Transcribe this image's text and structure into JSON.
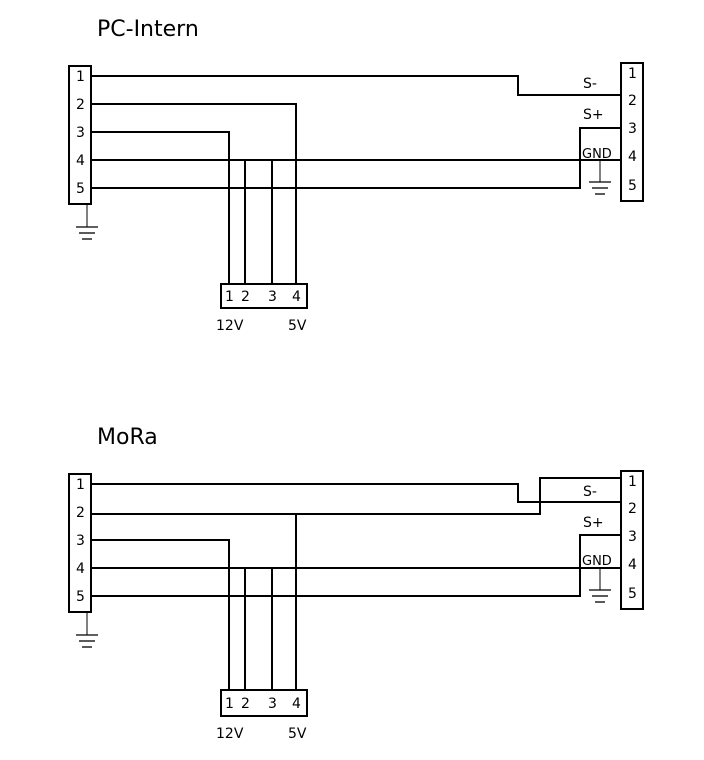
{
  "diagrams": [
    {
      "title": "PC-Intern",
      "left_pins": [
        "1",
        "2",
        "3",
        "4",
        "5"
      ],
      "right_pins": [
        "1",
        "2",
        "3",
        "4",
        "5"
      ],
      "fan_pins": [
        "1",
        "2",
        "3",
        "4"
      ],
      "signal_labels": {
        "s_minus": "S-",
        "s_plus": "S+",
        "gnd": "GND"
      },
      "voltage_labels": {
        "v12": "12V",
        "v5": "5V"
      }
    },
    {
      "title": "MoRa",
      "left_pins": [
        "1",
        "2",
        "3",
        "4",
        "5"
      ],
      "right_pins": [
        "1",
        "2",
        "3",
        "4",
        "5"
      ],
      "fan_pins": [
        "1",
        "2",
        "3",
        "4"
      ],
      "signal_labels": {
        "s_minus": "S-",
        "s_plus": "S+",
        "gnd": "GND"
      },
      "voltage_labels": {
        "v12": "12V",
        "v5": "5V"
      }
    }
  ]
}
